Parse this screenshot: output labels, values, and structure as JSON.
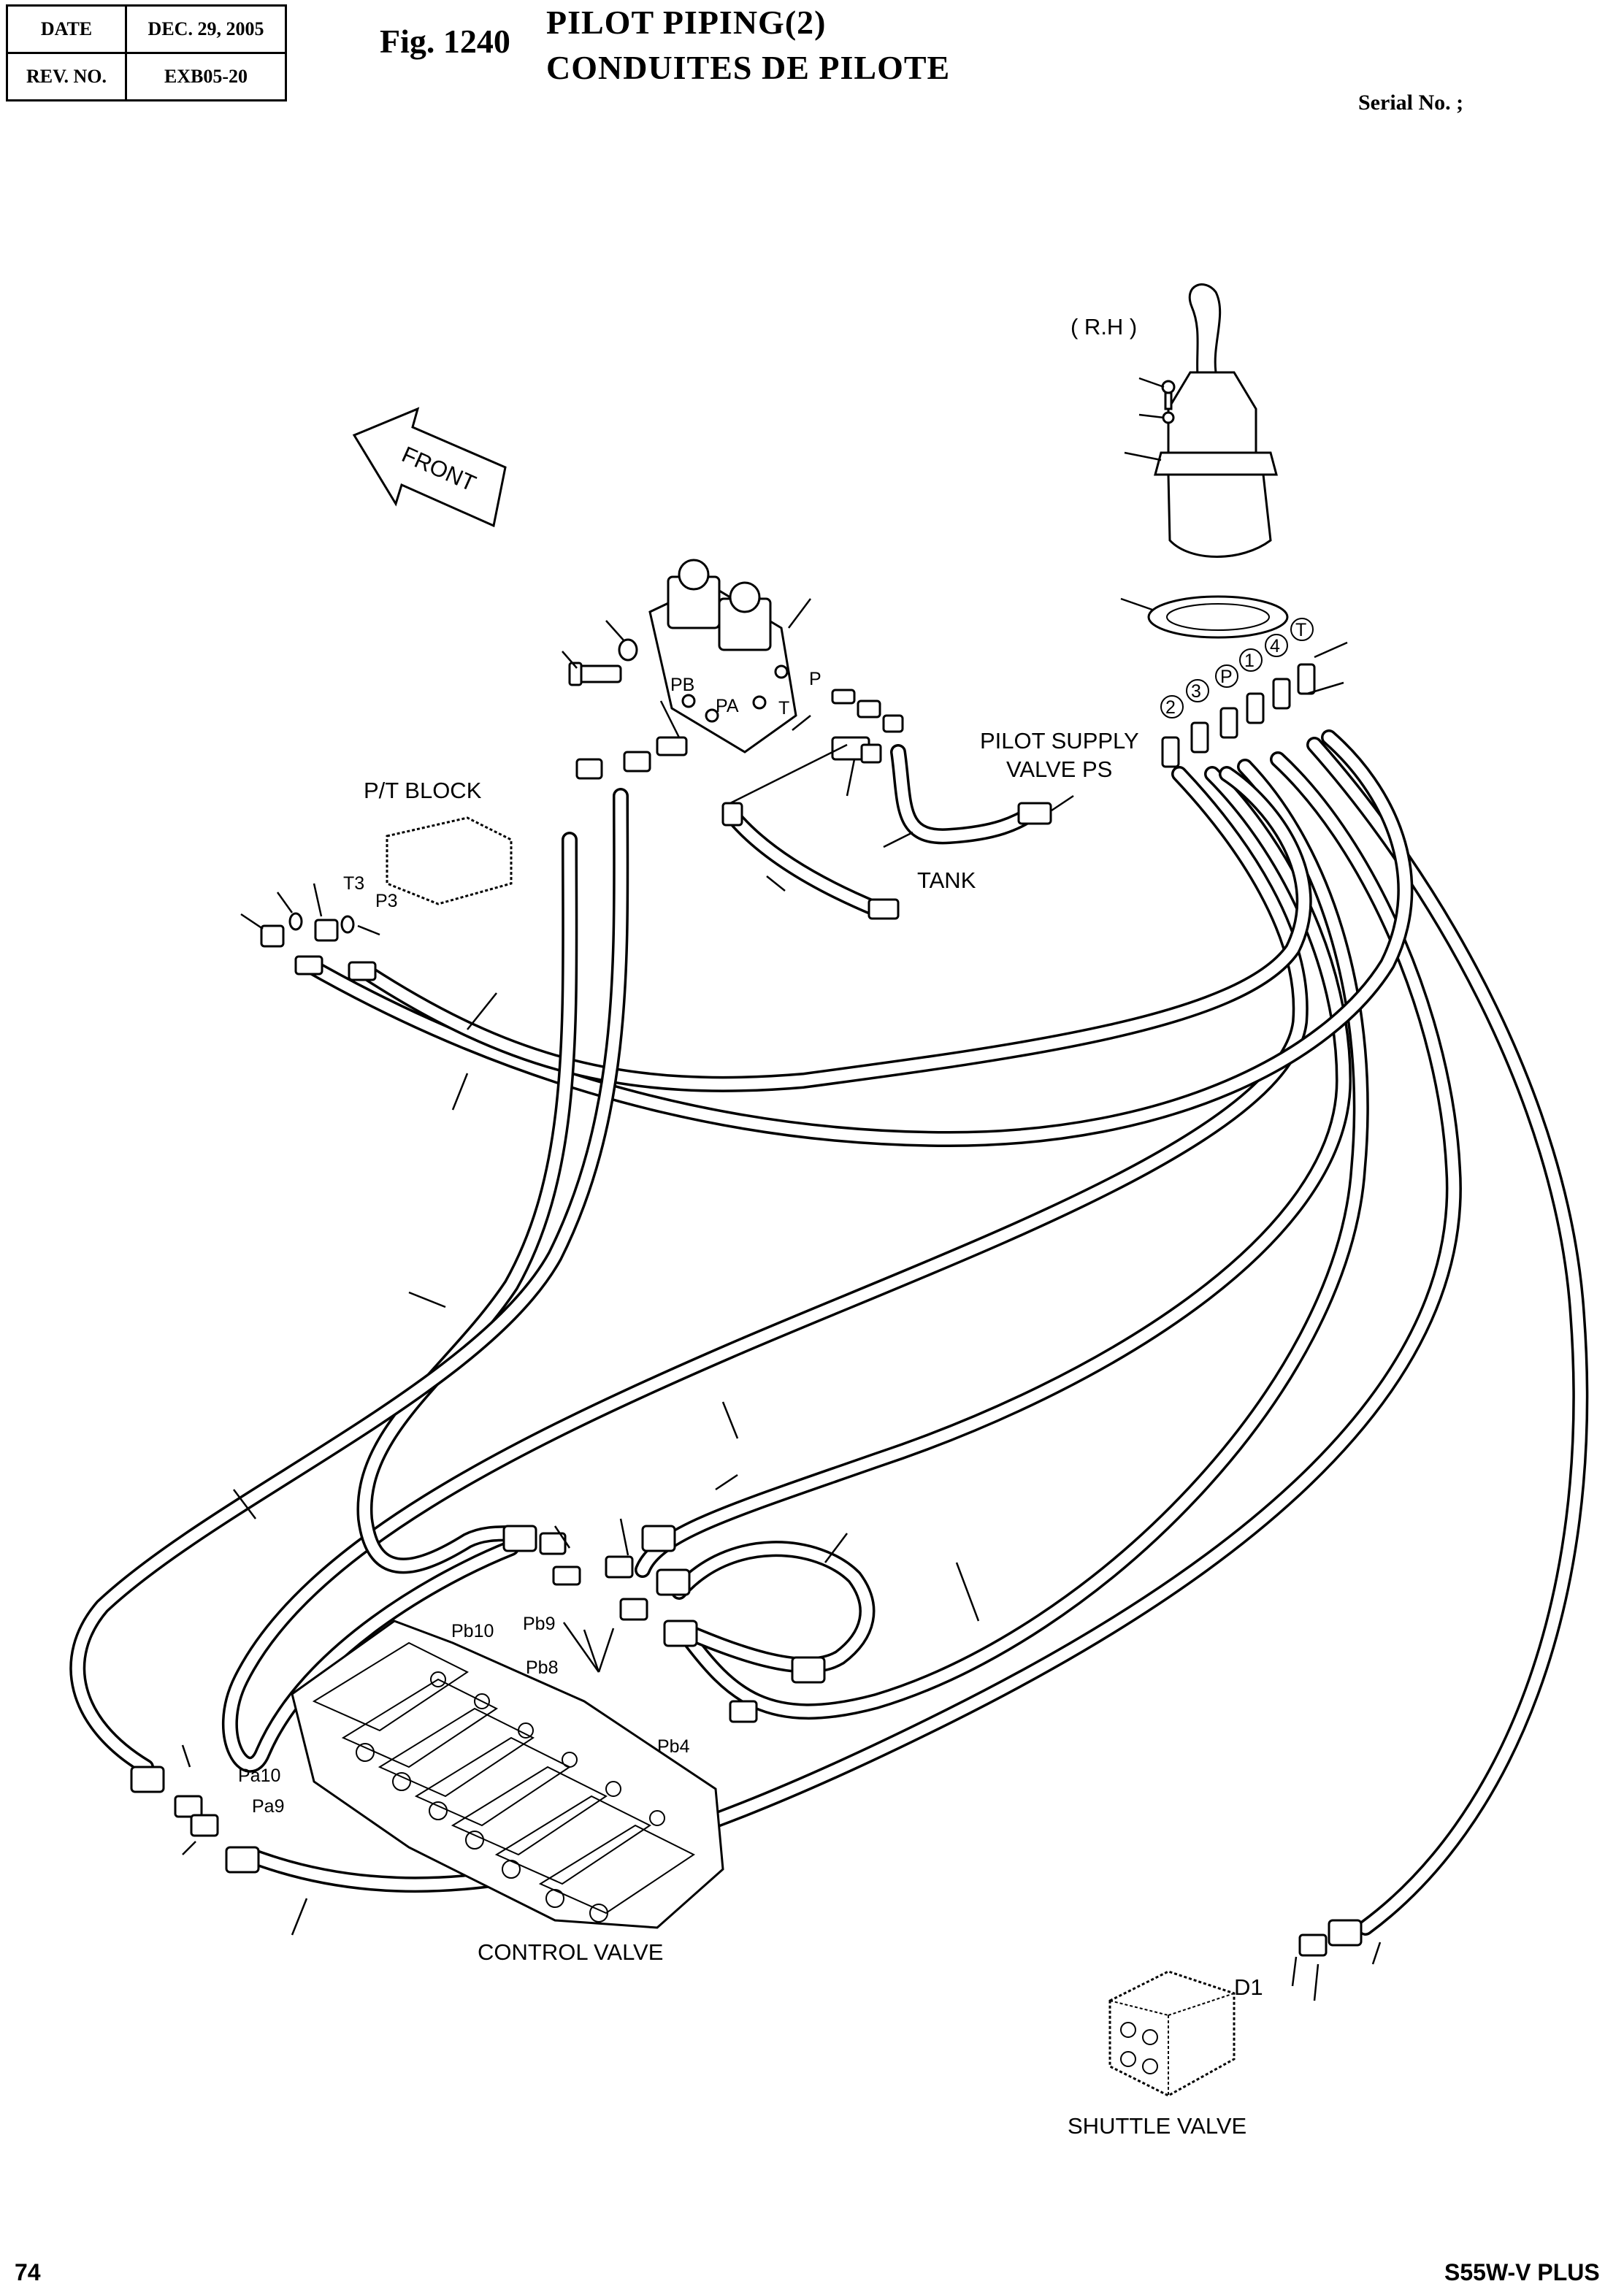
{
  "header": {
    "date_label": "DATE",
    "date_value": "DEC. 29, 2005",
    "rev_label": "REV. NO.",
    "rev_value": "EXB05-20",
    "fig_number": "Fig. 1240",
    "title_line1": "PILOT PIPING(2)",
    "title_line2": "CONDUITES DE PILOTE",
    "serial": "Serial No. ;"
  },
  "footer": {
    "page_number": "74",
    "model": "S55W-V PLUS"
  },
  "diagram": {
    "front_arrow": "FRONT",
    "rh_label": "( R.H )",
    "pt_block": "P/T BLOCK",
    "pilot_supply_line1": "PILOT SUPPLY",
    "pilot_supply_line2": "VALVE  PS",
    "tank": "TANK",
    "control_valve": "CONTROL VALVE",
    "shuttle_valve": "SHUTTLE VALVE",
    "ports": {
      "pb": "PB",
      "pa": "PA",
      "p": "P",
      "t": "T",
      "t3": "T3",
      "p3": "P3",
      "pb10": "Pb10",
      "pb9": "Pb9",
      "pb8": "Pb8",
      "pb4": "Pb4",
      "pa10": "Pa10",
      "pa9": "Pa9",
      "d1": "D1"
    },
    "circled_ports": [
      "2",
      "3",
      "P",
      "1",
      "4",
      "T"
    ]
  }
}
